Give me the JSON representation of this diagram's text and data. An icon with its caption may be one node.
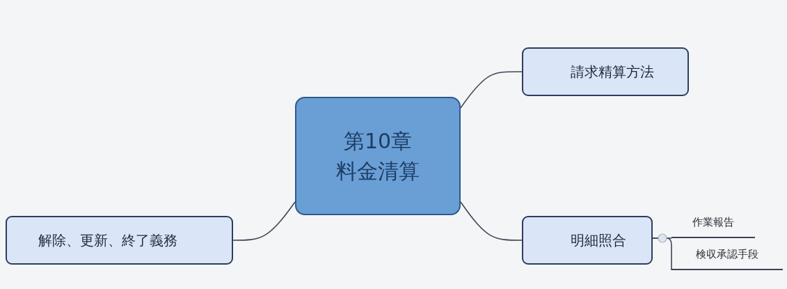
{
  "diagram": {
    "nodes": [
      {
        "text": [
          "第10章料金清算"
        ]
      },
      {
        "text": [
          "請求精算方法"
        ]
      },
      {
        "text": [
          "明細照合"
        ]
      },
      {
        "text": [
          "作業報告"
        ]
      },
      {
        "text": [
          "検収承認手段"
        ]
      },
      {
        "text": [
          "解除、更新、終了義務"
        ]
      }
    ],
    "edges": [
      {
        "from": 0,
        "to": 1,
        "arrow": "none"
      },
      {
        "from": 0,
        "to": 2,
        "arrow": "none"
      },
      {
        "from": 2,
        "to": 3,
        "arrow": "none"
      },
      {
        "from": 2,
        "to": 4,
        "arrow": "none"
      },
      {
        "from": 0,
        "to": 5,
        "arrow": "none"
      }
    ]
  }
}
